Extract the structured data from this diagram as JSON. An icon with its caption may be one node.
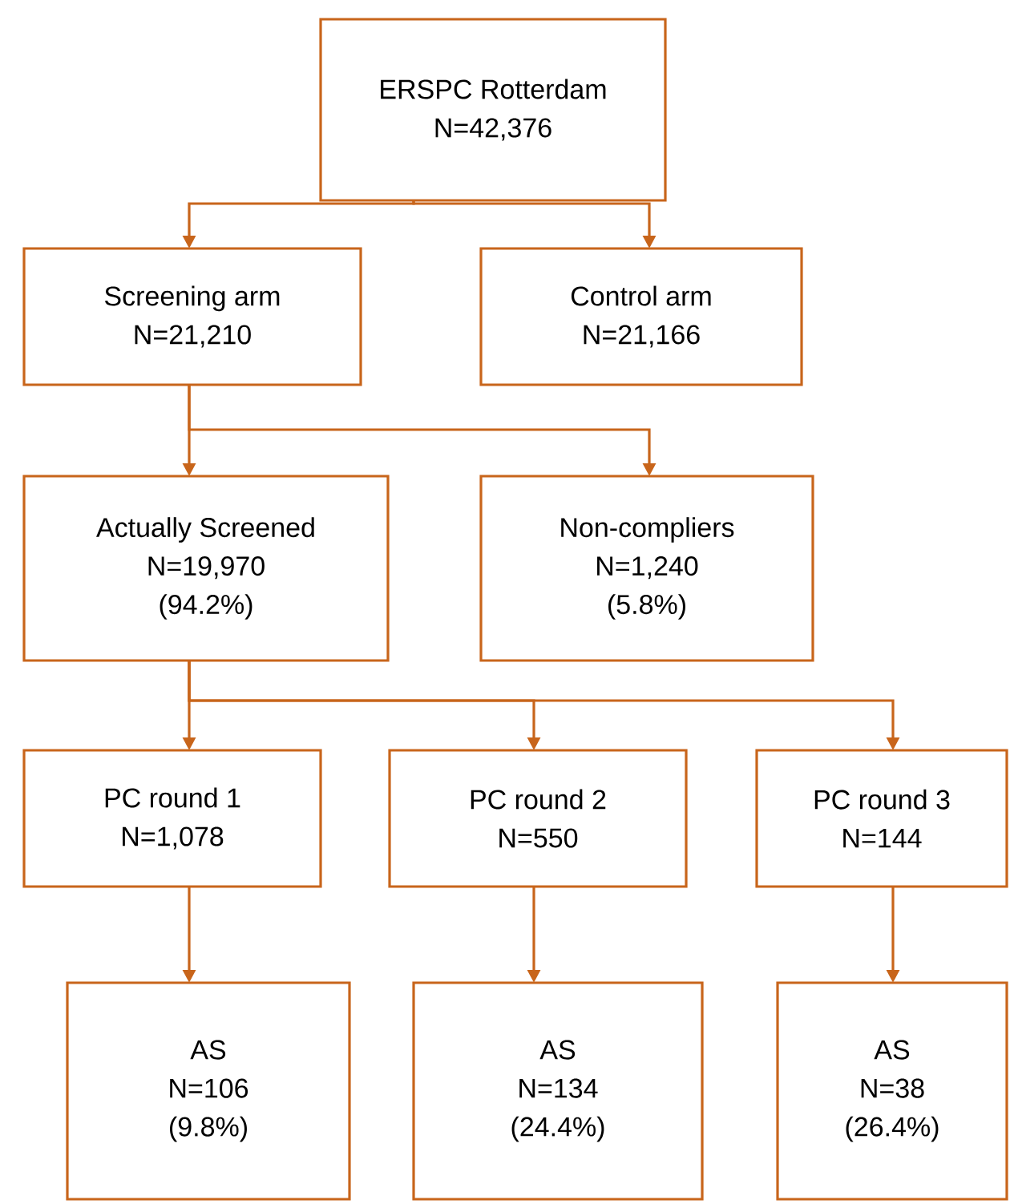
{
  "diagram": {
    "nodes": [
      {
        "text": [
          "ERSPC Rotterdam",
          "N=42,376"
        ]
      },
      {
        "text": [
          "Screening arm",
          "N=21,210"
        ]
      },
      {
        "text": [
          "Control arm",
          "N=21,166"
        ]
      },
      {
        "text": [
          "Actually Screened",
          "N=19,970",
          "(94.2%)"
        ]
      },
      {
        "text": [
          "Non-compliers",
          "N=1,240",
          "(5.8%)"
        ]
      },
      {
        "text": [
          "PC round 1",
          "N=1,078"
        ]
      },
      {
        "text": [
          "PC round 2",
          "N=550"
        ]
      },
      {
        "text": [
          "PC round 3",
          "N=144"
        ]
      },
      {
        "text": [
          "AS",
          "N=106",
          "(9.8%)"
        ]
      },
      {
        "text": [
          "AS",
          "N=134",
          "(24.4%)"
        ]
      },
      {
        "text": [
          "AS",
          "N=38",
          "(26.4%)"
        ]
      }
    ],
    "edges": [
      {
        "from": 0,
        "to": 1,
        "arrow": "to"
      },
      {
        "from": 0,
        "to": 2,
        "arrow": "to"
      },
      {
        "from": 1,
        "to": 3,
        "arrow": "to"
      },
      {
        "from": 1,
        "to": 4,
        "arrow": "to"
      },
      {
        "from": 3,
        "to": 5,
        "arrow": "to"
      },
      {
        "from": 3,
        "to": 6,
        "arrow": "to"
      },
      {
        "from": 3,
        "to": 7,
        "arrow": "to"
      },
      {
        "from": 5,
        "to": 8,
        "arrow": "to"
      },
      {
        "from": 6,
        "to": 9,
        "arrow": "to"
      },
      {
        "from": 7,
        "to": 10,
        "arrow": "to"
      }
    ]
  }
}
